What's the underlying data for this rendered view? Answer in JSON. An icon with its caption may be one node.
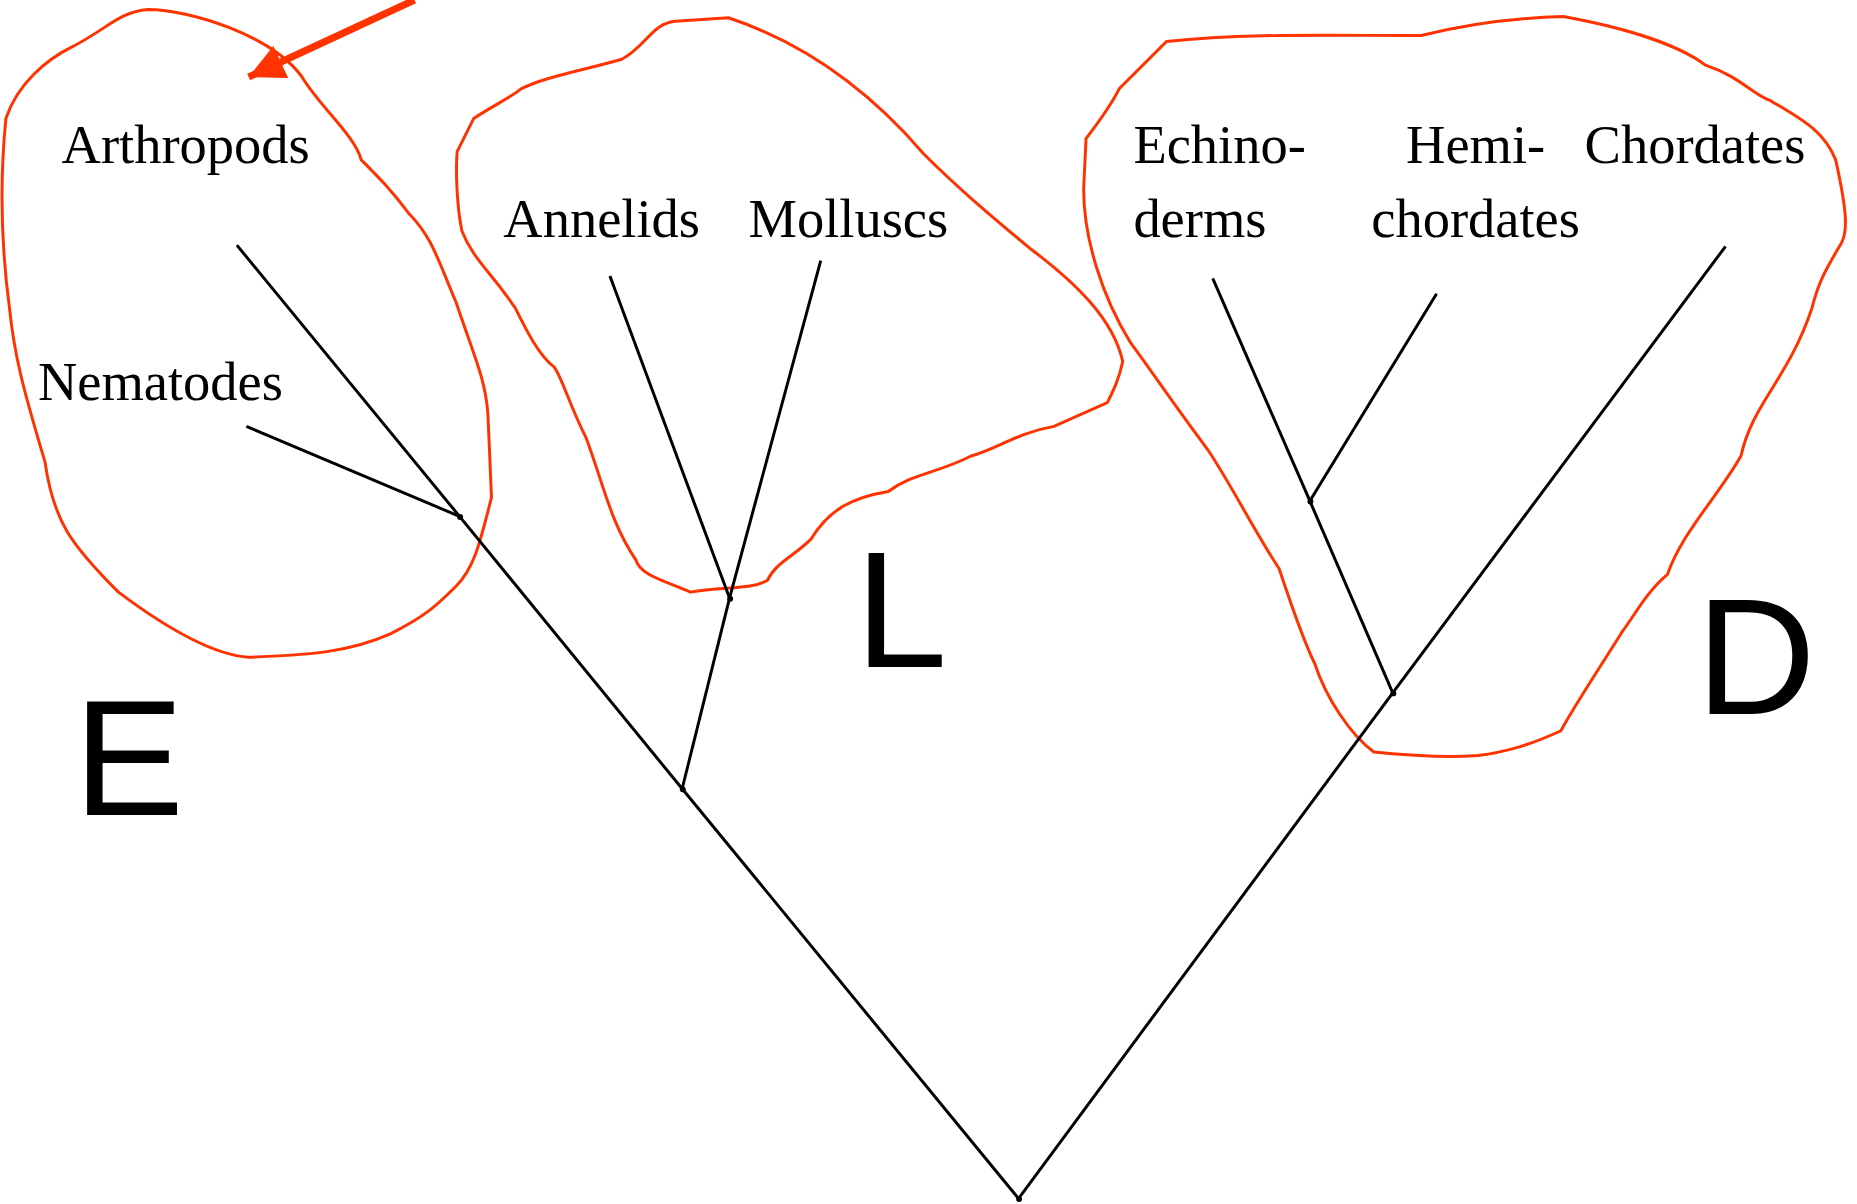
{
  "diagram": {
    "nodes": [
      {
        "text": [],
        "shape": "cloud",
        "beside": [
          "E"
        ]
      },
      {
        "text": [
          "Arthropods"
        ],
        "in": 0
      },
      {
        "text": [
          "Nematodes"
        ],
        "in": 0
      },
      {
        "text": [],
        "shape": "cloud",
        "beside": [
          "L"
        ]
      },
      {
        "text": [
          "Annelids"
        ],
        "in": 3
      },
      {
        "text": [
          "Molluscs"
        ],
        "in": 3
      },
      {
        "text": [],
        "shape": "cloud",
        "beside": [
          "D"
        ]
      },
      {
        "text": [
          "Echino- derms"
        ],
        "in": 6
      },
      {
        "text": [
          "Hemi- chordates"
        ],
        "in": 6
      },
      {
        "text": [
          "Chordates"
        ],
        "in": 6
      },
      {
        "text": [],
        "shape": "point"
      },
      {
        "text": [],
        "shape": "point"
      },
      {
        "text": [],
        "shape": "point",
        "in": 0
      },
      {
        "text": [],
        "shape": "point"
      },
      {
        "text": [],
        "shape": "point",
        "in": 6
      },
      {
        "text": [],
        "shape": "point",
        "in": 6
      }
    ],
    "edges": [
      {
        "from": 10,
        "to": 11,
        "arrow": "none"
      },
      {
        "from": 11,
        "to": 12,
        "arrow": "none"
      },
      {
        "from": 12,
        "to": 1,
        "arrow": "none"
      },
      {
        "from": 12,
        "to": 2,
        "arrow": "none"
      },
      {
        "from": 11,
        "to": 13,
        "arrow": "none"
      },
      {
        "from": 13,
        "to": 4,
        "arrow": "none"
      },
      {
        "from": 13,
        "to": 5,
        "arrow": "none"
      },
      {
        "from": 10,
        "to": 14,
        "arrow": "none"
      },
      {
        "from": 14,
        "to": 9,
        "arrow": "none"
      },
      {
        "from": 14,
        "to": 15,
        "arrow": "none"
      },
      {
        "from": 15,
        "to": 7,
        "arrow": "none"
      },
      {
        "from": 15,
        "to": 8,
        "arrow": "none"
      },
      {
        "from": null,
        "to": 0,
        "arrow": "to",
        "style": "thick",
        "color": "#ff3300"
      }
    ]
  }
}
